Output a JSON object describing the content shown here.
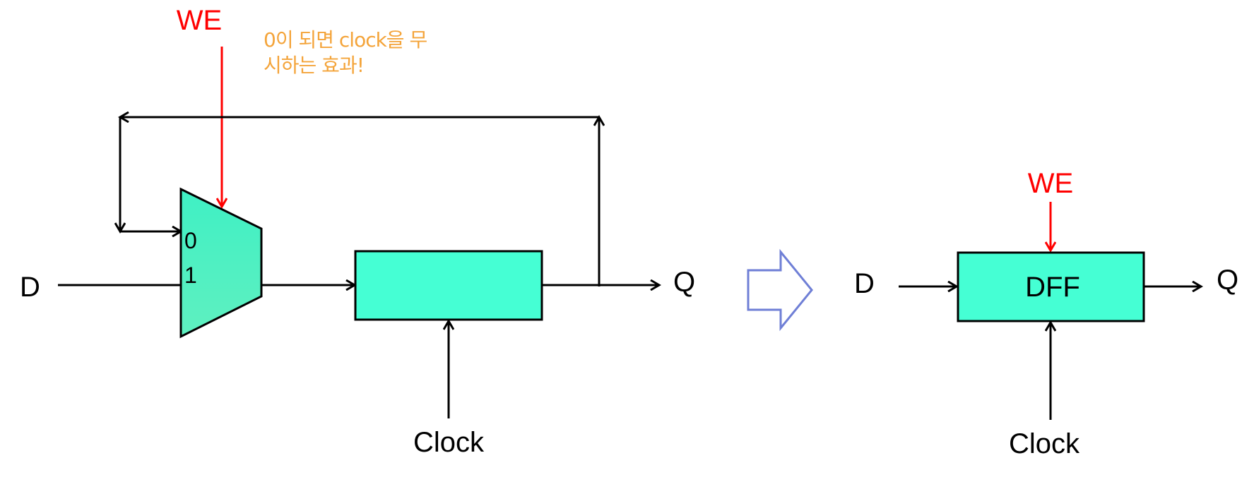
{
  "colors": {
    "block_fill": "#45ffd4",
    "mux_fill_top": "#3ff0c4",
    "mux_fill_bottom": "#5ff0c0",
    "we_signal": "#ff0000",
    "note_text": "#f4a43a",
    "transform_arrow": "#6f7fd6",
    "wire": "#000000"
  },
  "left_circuit": {
    "input_label": "D",
    "output_label": "Q",
    "clock_label": "Clock",
    "enable_label": "WE",
    "mux_input_0": "0",
    "mux_input_1": "1",
    "note_line1": "0이 되면 clock을 무",
    "note_line2": "시하는 효과!"
  },
  "right_circuit": {
    "input_label": "D",
    "output_label": "Q",
    "clock_label": "Clock",
    "enable_label": "WE",
    "block_label": "DFF"
  },
  "icons": {
    "transform_arrow": "hollow-right-arrow-icon"
  }
}
